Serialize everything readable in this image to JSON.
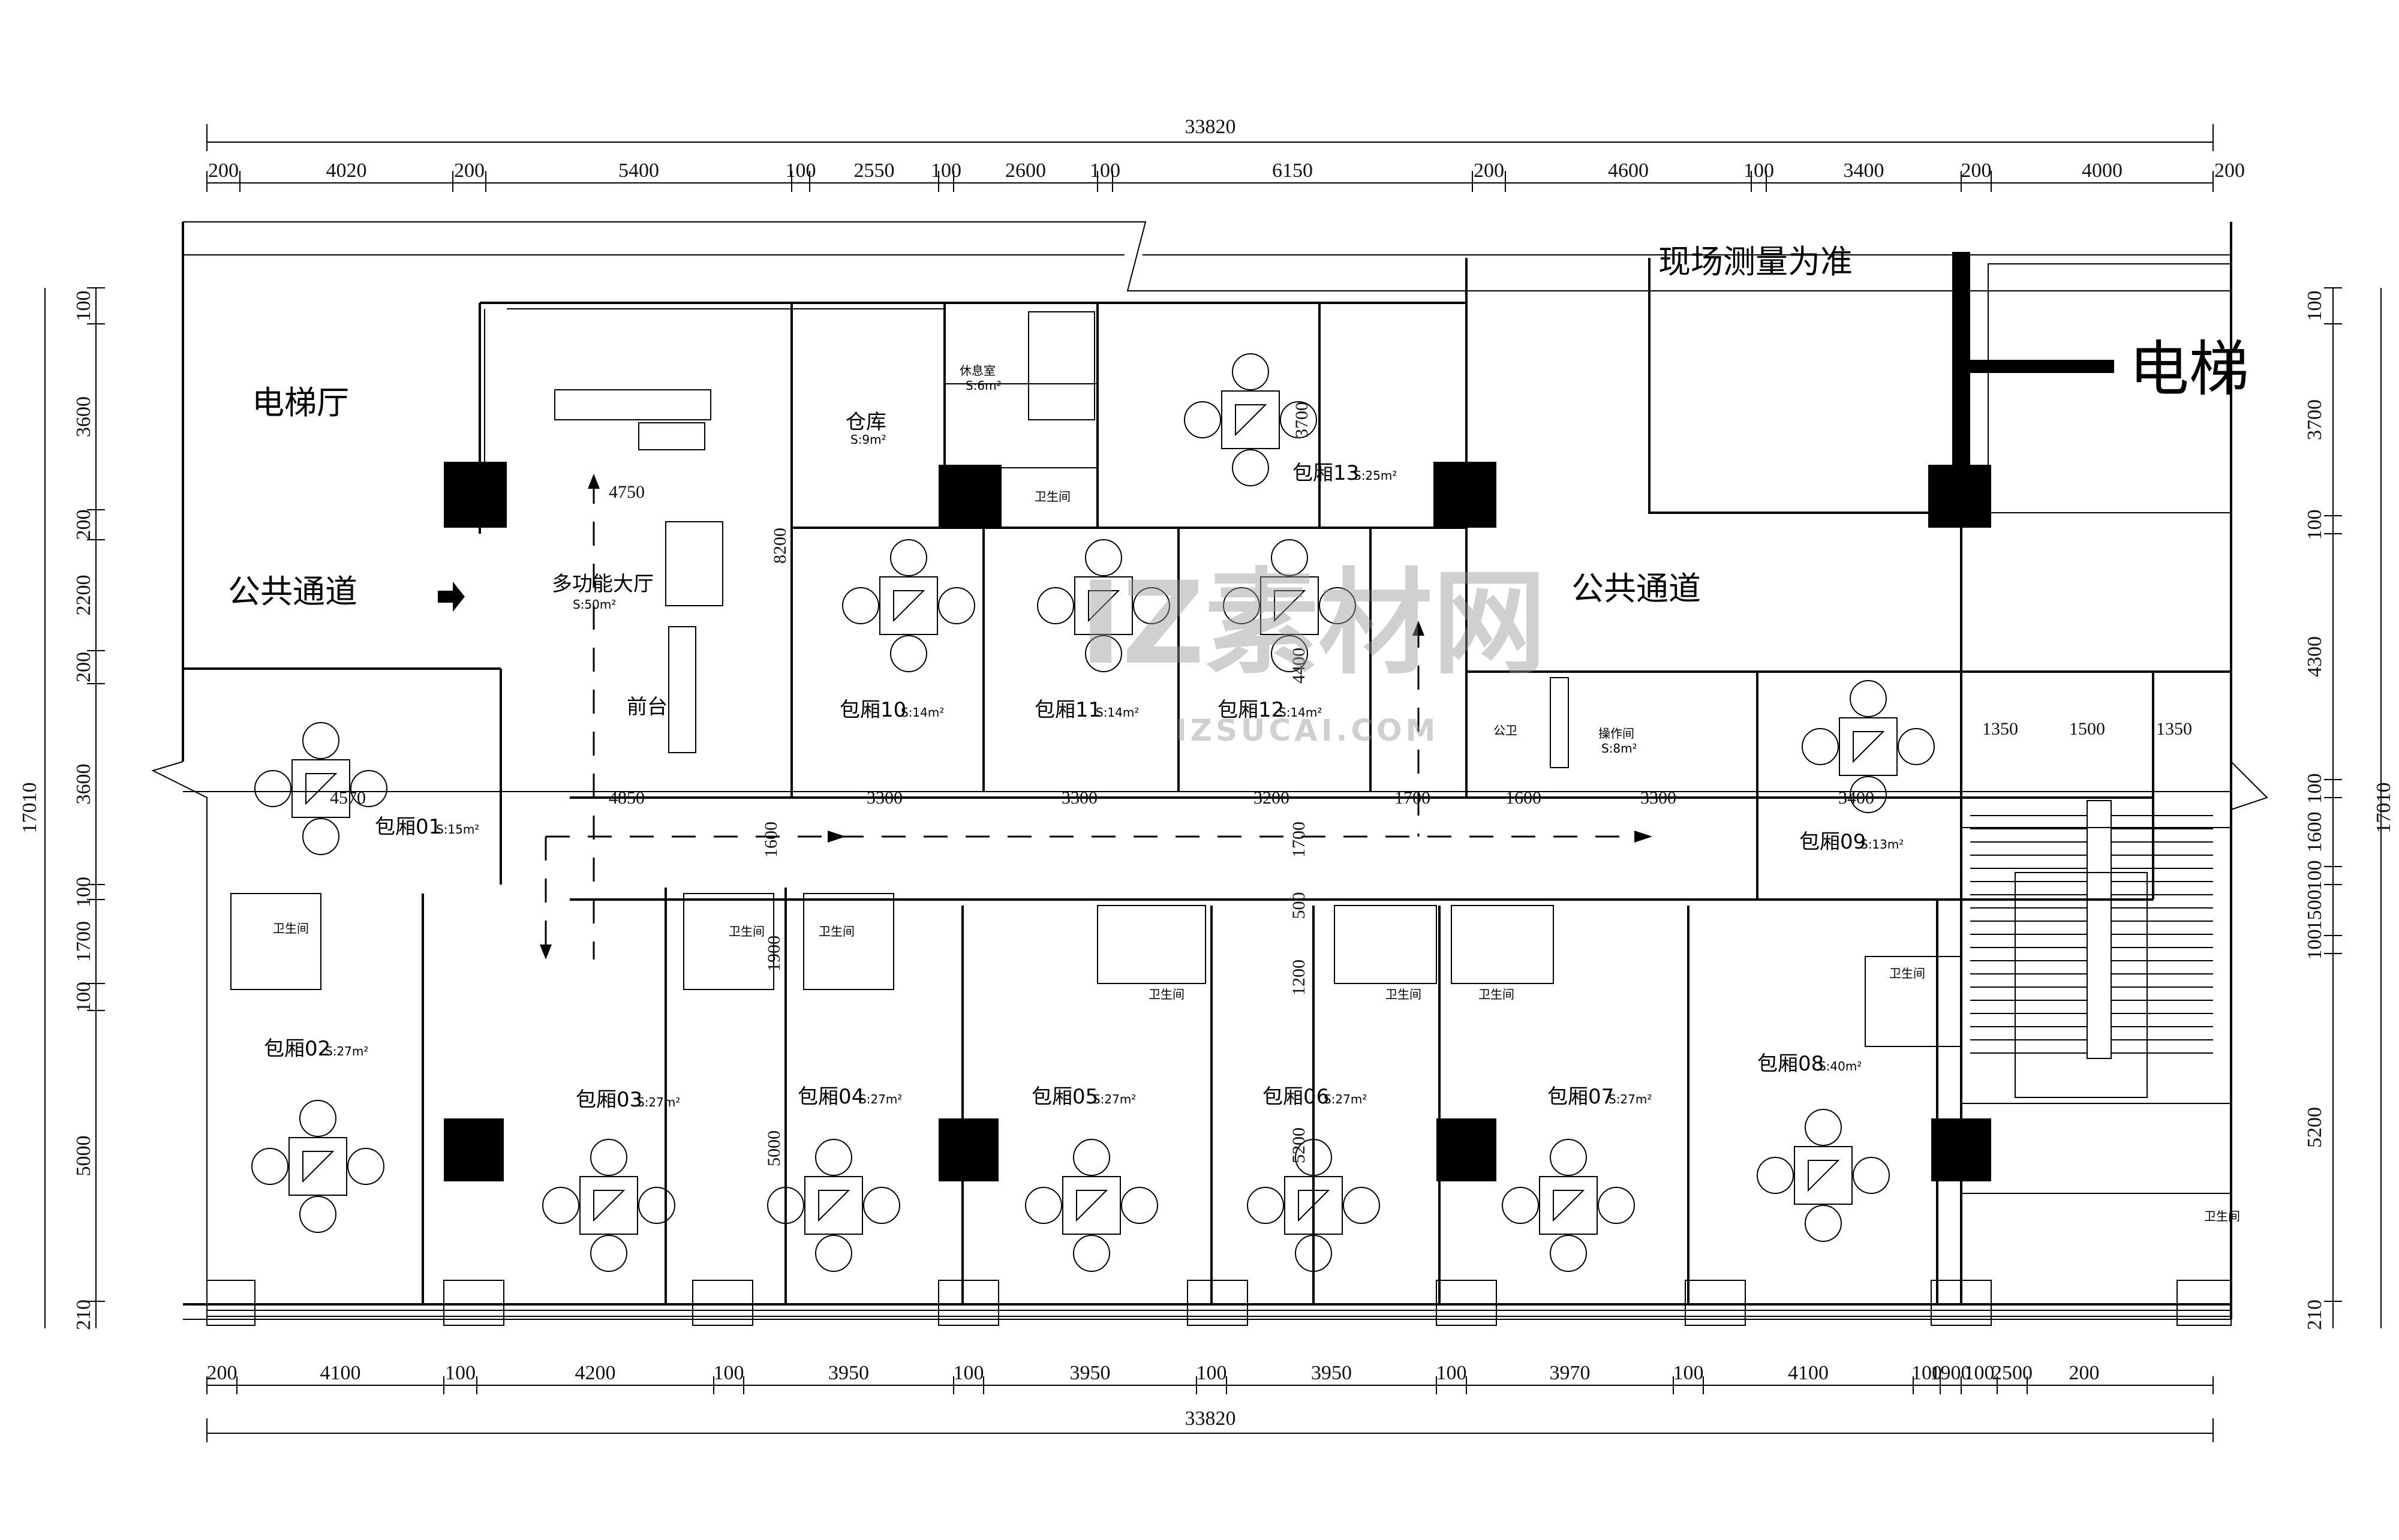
{
  "dimensions": {
    "total_top": "33820",
    "total_bottom": "33820",
    "top": [
      "200",
      "4020",
      "200",
      "5400",
      "100",
      "2550",
      "100",
      "2600",
      "100",
      "6150",
      "200",
      "4600",
      "100",
      "3400",
      "200",
      "4000",
      "200"
    ],
    "bottom": [
      "200",
      "4100",
      "100",
      "4200",
      "100",
      "3950",
      "100",
      "3950",
      "100",
      "3950",
      "100",
      "3970",
      "100",
      "4100",
      "100",
      "1900",
      "100",
      "2500",
      "200"
    ],
    "left": [
      "100",
      "3600",
      "200",
      "2200",
      "200",
      "3600",
      "100",
      "1700",
      "100",
      "5000",
      "210"
    ],
    "left_total": "17010",
    "right": [
      "100",
      "3700",
      "100",
      "4300",
      "100",
      "1600",
      "100",
      "1500",
      "100",
      "5200",
      "210"
    ],
    "right_total": "17010",
    "internal": [
      "4750",
      "8200",
      "4570",
      "4850",
      "3300",
      "3300",
      "3200",
      "1700",
      "1600",
      "3300",
      "3400",
      "1350",
      "1500",
      "1350",
      "1600",
      "1700",
      "4400",
      "3700",
      "1900",
      "1200",
      "500",
      "5000",
      "5200"
    ]
  },
  "labels": {
    "elevator_hall": "电梯厅",
    "public_corridor_left": "公共通道",
    "public_corridor_right": "公共通道",
    "site_measure": "现场测量为准",
    "elevator": "电梯",
    "hall_name": "多功能大厅",
    "hall_area": "S:50m²",
    "reception": "前台",
    "warehouse": "仓库",
    "warehouse_area": "S:9m²",
    "lounge": "休息室",
    "lounge_area": "S:6m²",
    "wc": "卫生间",
    "ops_room": "操作间",
    "ops_area": "S:8m²",
    "public_wc": "公卫"
  },
  "rooms": [
    {
      "name": "包厢01",
      "area": "S:15m²"
    },
    {
      "name": "包厢02",
      "area": "S:27m²"
    },
    {
      "name": "包厢03",
      "area": "S:27m²"
    },
    {
      "name": "包厢04",
      "area": "S:27m²"
    },
    {
      "name": "包厢05",
      "area": "S:27m²"
    },
    {
      "name": "包厢06",
      "area": "S:27m²"
    },
    {
      "name": "包厢07",
      "area": "S:27m²"
    },
    {
      "name": "包厢08",
      "area": "S:40m²"
    },
    {
      "name": "包厢09",
      "area": "S:13m²"
    },
    {
      "name": "包厢10",
      "area": "S:14m²"
    },
    {
      "name": "包厢11",
      "area": "S:14m²"
    },
    {
      "name": "包厢12",
      "area": "S:14m²"
    },
    {
      "name": "包厢13",
      "area": "S:25m²"
    }
  ],
  "watermark": {
    "main": "IZ素材网",
    "sub": "IZSUCAI.COM"
  }
}
